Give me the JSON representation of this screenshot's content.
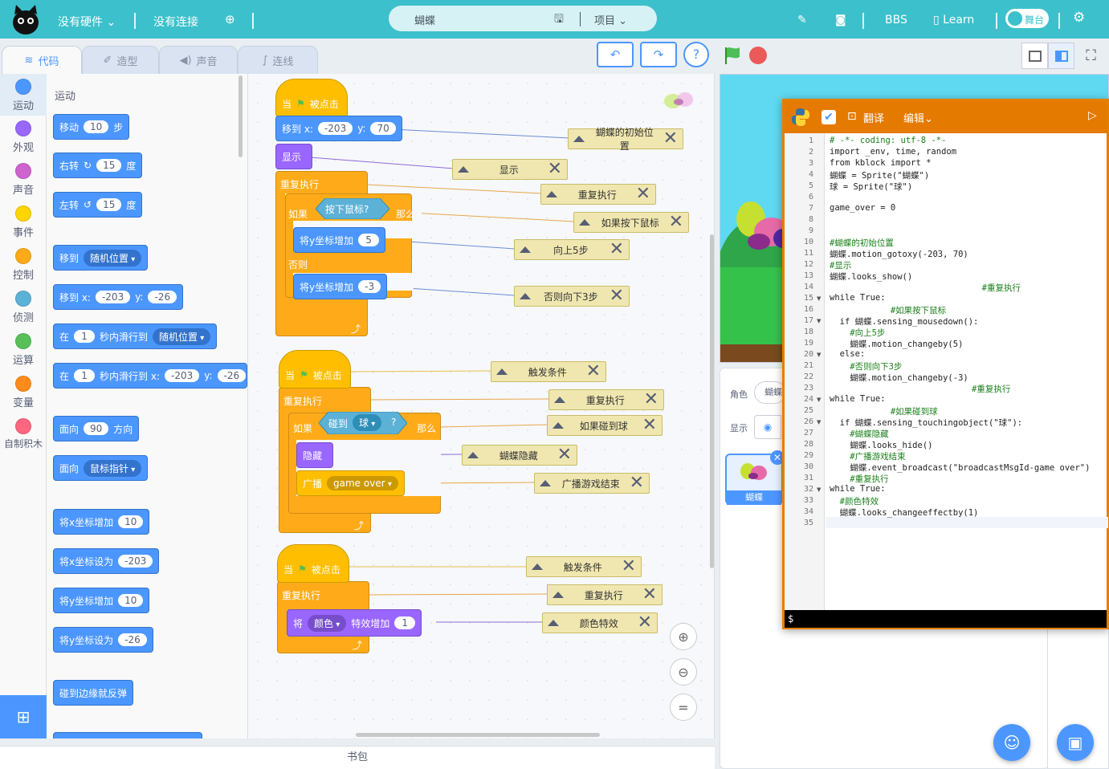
{
  "topbar": {
    "hardware": "没有硬件",
    "connection": "没有连接",
    "project_name": "蝴蝶",
    "project_menu": "项目",
    "bbs": "BBS",
    "learn": "Learn",
    "stage_toggle": "舞台"
  },
  "tabs": {
    "code": "代码",
    "costume": "造型",
    "sound": "声音",
    "wire": "连线"
  },
  "categories": [
    "运动",
    "外观",
    "声音",
    "事件",
    "控制",
    "侦测",
    "运算",
    "变量",
    "自制积木"
  ],
  "category_colors": [
    "#4c97ff",
    "#9966ff",
    "#cf63cf",
    "#ffd500",
    "#ffab19",
    "#5cb1d6",
    "#59c059",
    "#ff8c1a",
    "#ff6680"
  ],
  "palette": {
    "section_title": "运动",
    "move": {
      "label": "移动",
      "steps": "10",
      "unit": "步"
    },
    "turn_right": {
      "label": "右转",
      "deg": "15",
      "unit": "度"
    },
    "turn_left": {
      "label": "左转",
      "deg": "15",
      "unit": "度"
    },
    "goto": {
      "label": "移到",
      "target": "随机位置"
    },
    "goto_xy": {
      "label": "移到 x:",
      "x": "-203",
      "ylabel": "y:",
      "y": "-26"
    },
    "glide": {
      "prefix": "在",
      "secs": "1",
      "mid": "秒内滑行到",
      "target": "随机位置"
    },
    "glide_xy": {
      "prefix": "在",
      "secs": "1",
      "mid": "秒内滑行到 x:",
      "x": "-203",
      "ylabel": "y:",
      "y": "-26"
    },
    "point_dir": {
      "label": "面向",
      "value": "90",
      "unit": "方向"
    },
    "point_towards": {
      "label": "面向",
      "target": "鼠标指针"
    },
    "change_x": {
      "label": "将x坐标增加",
      "value": "10"
    },
    "set_x": {
      "label": "将x坐标设为",
      "value": "-203"
    },
    "change_y": {
      "label": "将y坐标增加",
      "value": "10"
    },
    "set_y": {
      "label": "将y坐标设为",
      "value": "-26"
    },
    "bounce": {
      "label": "碰到边缘就反弹"
    }
  },
  "script1": {
    "hat_when": "当",
    "hat_clicked": "被点击",
    "goto_label": "移到 x:",
    "x": "-203",
    "ylabel": "y:",
    "y": "70",
    "show": "显示",
    "forever": "重复执行",
    "if": "如果",
    "cond": "按下鼠标?",
    "then": "那么",
    "changey_label": "将y坐标增加",
    "changey_up": "5",
    "else": "否则",
    "changey_down": "-3"
  },
  "script2": {
    "hat_when": "当",
    "hat_clicked": "被点击",
    "forever": "重复执行",
    "if": "如果",
    "touching": "碰到",
    "touch_target": "球",
    "qmark": "?",
    "then": "那么",
    "hide": "隐藏",
    "broadcast": "广播",
    "message": "game over"
  },
  "script3": {
    "hat_when": "当",
    "hat_clicked": "被点击",
    "forever": "重复执行",
    "effect_prefix": "将",
    "effect": "颜色",
    "effect_mid": "特效增加",
    "effect_value": "1"
  },
  "comments": [
    "蝴蝶的初始位置",
    "显示",
    "重复执行",
    "如果按下鼠标",
    "向上5步",
    "否则向下3步",
    "触发条件",
    "重复执行",
    "如果碰到球",
    "蝴蝶隐藏",
    "广播游戏结束",
    "触发条件",
    "重复执行",
    "颜色特效"
  ],
  "bottom": {
    "backpack": "书包"
  },
  "sprite_pane": {
    "role_label": "角色",
    "role_value": "蝴蝶",
    "show_label": "显示",
    "sprite_name": "蝴蝶"
  },
  "python": {
    "translate": "翻译",
    "edit": "编辑",
    "terminal": "$",
    "lines": [
      "# -*- coding: utf-8 -*-",
      "import _env, time, random",
      "from kblock import *",
      "蝴蝶 = Sprite(\"蝴蝶\")",
      "球 = Sprite(\"球\")",
      "",
      "game_over = 0",
      "",
      "",
      "#蝴蝶的初始位置",
      "蝴蝶.motion_gotoxy(-203, 70)",
      "#显示",
      "蝴蝶.looks_show()",
      "                              #重复执行",
      "while True:",
      "            #如果按下鼠标",
      "  if 蝴蝶.sensing_mousedown():",
      "    #向上5步",
      "    蝴蝶.motion_changeby(5)",
      "  else:",
      "    #否则向下3步",
      "    蝴蝶.motion_changeby(-3)",
      "                            #重复执行",
      "while True:",
      "            #如果碰到球",
      "  if 蝴蝶.sensing_touchingobject(\"球\"):",
      "    #蝴蝶隐藏",
      "    蝴蝶.looks_hide()",
      "    #广播游戏结束",
      "    蝴蝶.event_broadcast(\"broadcastMsgId-game over\")",
      "    #重复执行",
      "while True:",
      "  #颜色特效",
      "  蝴蝶.looks_changeeffectby(1)",
      ""
    ]
  }
}
